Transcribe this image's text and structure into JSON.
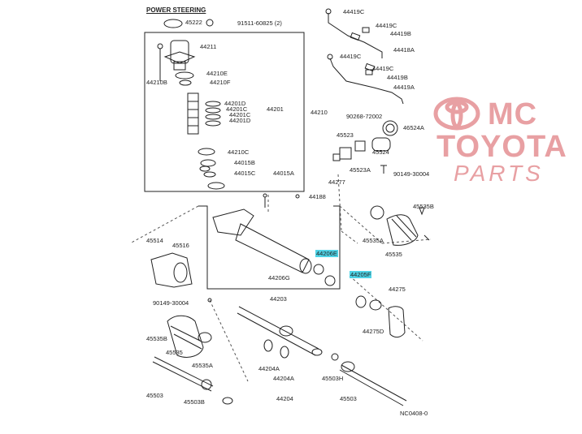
{
  "section_title": "POWER STEERING",
  "diagram_code": "NC0408-0",
  "brand": {
    "mc": "MC",
    "toyota": "TOYOTA",
    "parts": "PARTS",
    "color": "#e8a0a3"
  },
  "highlight_color": "#4fd3e6",
  "labels": {
    "p45222": "45222",
    "p91511": "91511-60825 (2)",
    "p44211": "44211",
    "p44210E": "44210E",
    "p44210B": "44210B",
    "p44210F": "44210F",
    "p44201D_a": "44201D",
    "p44201C_a": "44201C",
    "p44201C_b": "44201C",
    "p44201D_b": "44201D",
    "p44201": "44201",
    "p44210": "44210",
    "p44210C": "44210C",
    "p44015B": "44015B",
    "p44015C": "44015C",
    "p44015A": "44015A",
    "p44419C_1": "44419C",
    "p44419C_2": "44419C",
    "p44419B_1": "44419B",
    "p44418A": "44418A",
    "p44419C_3": "44419C",
    "p44419C_4": "44419C",
    "p44419B_2": "44419B",
    "p44419A": "44419A",
    "p90268": "90268-72002",
    "p46524A": "46524A",
    "p45523": "45523",
    "p45524": "45524",
    "p45523A": "45523A",
    "p90149_a": "90149-30004",
    "p44277": "44277",
    "p44188": "44188",
    "p45535B_r": "45535B",
    "p45514": "45514",
    "p45516": "45516",
    "p44206E": "44206E",
    "p45535A_r": "45535A",
    "p45535": "45535",
    "p44206G": "44206G",
    "p44205F": "44205F",
    "p44203": "44203",
    "p44275": "44275",
    "p90149_b": "90149-30004",
    "p45535B_l": "45535B",
    "p44275D": "44275D",
    "p45535_l": "45535",
    "p45535A_l": "45535A",
    "p44204A_a": "44204A",
    "p44204A_b": "44204A",
    "p45503H": "45503H",
    "p44204": "44204",
    "p45503": "45503",
    "p45503B": "45503B",
    "p45503_b": "45503"
  }
}
